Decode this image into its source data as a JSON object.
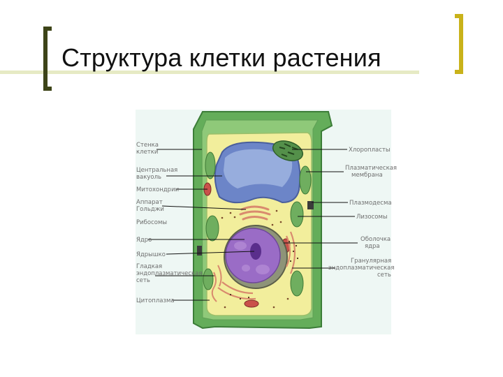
{
  "title": "Структура клетки растения",
  "figure": {
    "labels_left": {
      "cell_wall": [
        "Стенка",
        "клетки"
      ],
      "central_vacuole": [
        "Центральная",
        "вакуоль"
      ],
      "mitochondria": [
        "Митохондрии"
      ],
      "golgi": [
        "Аппарат",
        "Гольджи"
      ],
      "ribosomes": [
        "Рибосомы"
      ],
      "nucleus": [
        "Ядро"
      ],
      "nucleolus": [
        "Ядрышко"
      ],
      "smooth_er": [
        "Гладкая",
        "эндоплазматическая",
        "сеть"
      ],
      "cytoplasm": [
        "Цитоплазма"
      ]
    },
    "labels_right": {
      "chloroplasts": [
        "Хлоропласты"
      ],
      "plasma_membrane": [
        "Плазматическая",
        "мембрана"
      ],
      "plasmodesma": [
        "Плазмодесма"
      ],
      "lysosomes": [
        "Лизосомы"
      ],
      "nuclear_envelope": [
        "Оболочка",
        "ядра"
      ],
      "rough_er": [
        "Гранулярная",
        "эндоплазматическая",
        "сеть"
      ]
    }
  }
}
